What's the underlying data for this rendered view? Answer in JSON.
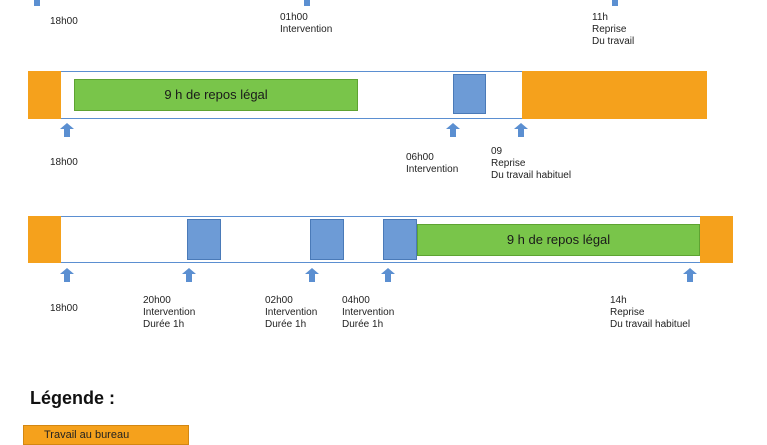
{
  "top_row": {
    "labels": [
      {
        "lines": [
          "18h00"
        ]
      },
      {
        "lines": [
          "01h00",
          "Intervention"
        ]
      },
      {
        "lines": [
          "11h",
          "Reprise",
          "Du travail"
        ]
      }
    ]
  },
  "row1": {
    "rest_label": "9 h de repos légal",
    "labels": [
      {
        "lines": [
          "18h00"
        ]
      },
      {
        "lines": [
          "06h00",
          "Intervention"
        ]
      },
      {
        "lines": [
          "09",
          "Reprise",
          "Du travail habituel"
        ]
      }
    ]
  },
  "row2": {
    "rest_label": "9 h de repos légal",
    "labels": [
      {
        "lines": [
          "18h00"
        ]
      },
      {
        "lines": [
          "20h00",
          "Intervention",
          "Durée 1h"
        ]
      },
      {
        "lines": [
          "02h00",
          "Intervention",
          "Durée 1h"
        ]
      },
      {
        "lines": [
          "04h00",
          "Intervention",
          "Durée 1h"
        ]
      },
      {
        "lines": [
          "14h",
          "Reprise",
          "Du travail habituel"
        ]
      }
    ]
  },
  "legend": {
    "title": "Légende :",
    "items": [
      {
        "label": "Travail au bureau"
      }
    ]
  },
  "colors": {
    "work": "#f5a11c",
    "intervention": "#6d9bd6",
    "rest": "#79c54a",
    "arrow": "#5b8fd1"
  }
}
